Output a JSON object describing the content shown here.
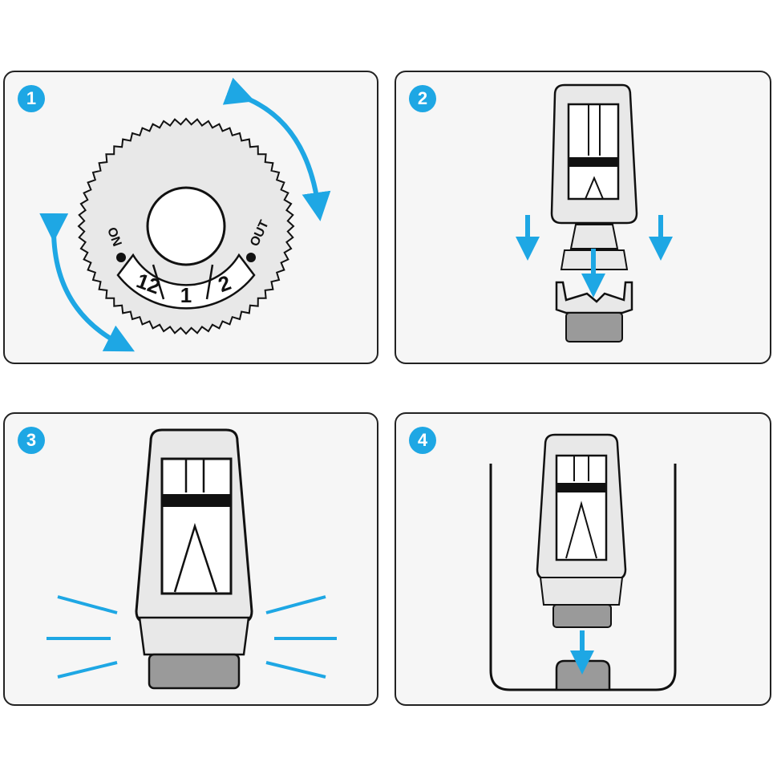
{
  "steps": [
    {
      "number": "1"
    },
    {
      "number": "2"
    },
    {
      "number": "3"
    },
    {
      "number": "4"
    }
  ],
  "dial": {
    "on_label": "ON",
    "out_label": "OUT",
    "settings": [
      "12",
      "1",
      "2"
    ]
  },
  "colors": {
    "accent": "#1ea7e4",
    "outline": "#111111",
    "device_body": "#e8e8e8",
    "cartridge": "#9a9a9a",
    "panel_bg": "#f6f6f6"
  },
  "icons": [
    "rotate-arrow-icon",
    "down-arrow-icon",
    "glow-ray-icon"
  ]
}
